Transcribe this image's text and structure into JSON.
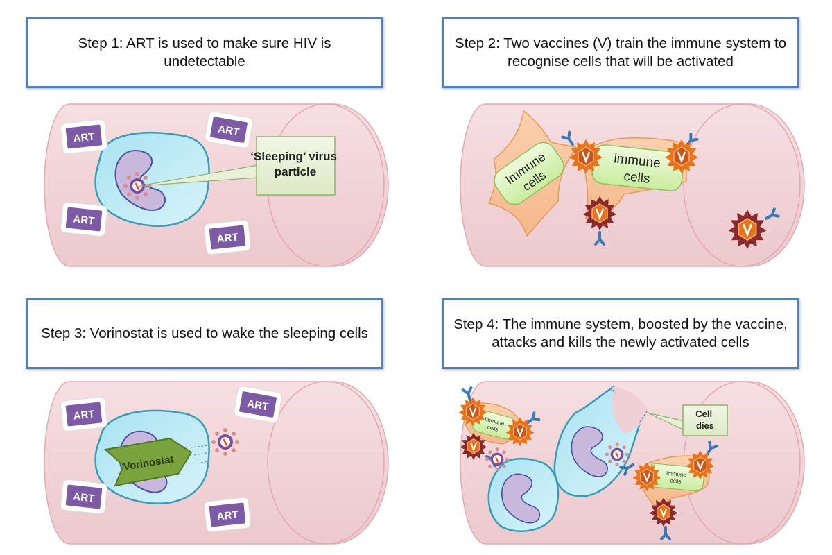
{
  "diagram": {
    "topic": "HIV cure strategy steps",
    "colors": {
      "title_border": "#4f81bd",
      "vessel_fill": "#f2d7da",
      "vessel_stroke": "#e3a9b0",
      "cell_fill": "#bdeaf5",
      "cell_stroke": "#3a9bb5",
      "nucleus_fill": "#c7b8dc",
      "nucleus_stroke": "#4a4f9e",
      "art_fill": "#7d5aa6",
      "immune_cell_fill": "#f8c39a",
      "immune_nucleus_fill": "#d8f2b8",
      "vaccine_orange": "#e8731a",
      "vaccine_dark": "#8b2a2a",
      "antibody": "#3a7ab8",
      "callout_fill": "#e8f0d8",
      "callout_stroke": "#8fb26a",
      "vorinostat_fill": "#7aa33e"
    },
    "panels": [
      {
        "step": 1,
        "title": "Step 1: ART is used to make sure HIV is undetectable",
        "art_labels": [
          "ART",
          "ART",
          "ART",
          "ART"
        ],
        "callout": "‘Sleeping’ virus particle"
      },
      {
        "step": 2,
        "title": "Step 2: Two vaccines (V) train the immune system to recognise cells that will be activated",
        "immune_cell_labels": [
          "Immune cells",
          "immune cells"
        ],
        "vaccine_label": "V"
      },
      {
        "step": 3,
        "title": "Step 3: Vorinostat is used to wake the sleeping cells",
        "art_labels": [
          "ART",
          "ART",
          "ART",
          "ART"
        ],
        "drug_label": "Vorinostat"
      },
      {
        "step": 4,
        "title": "Step 4: The immune  system, boosted by the vaccine, attacks and kills the newly activated cells",
        "immune_cell_labels": [
          "Immune cells",
          "Immune cells"
        ],
        "vaccine_label": "V",
        "callout": "Cell dies"
      }
    ]
  }
}
